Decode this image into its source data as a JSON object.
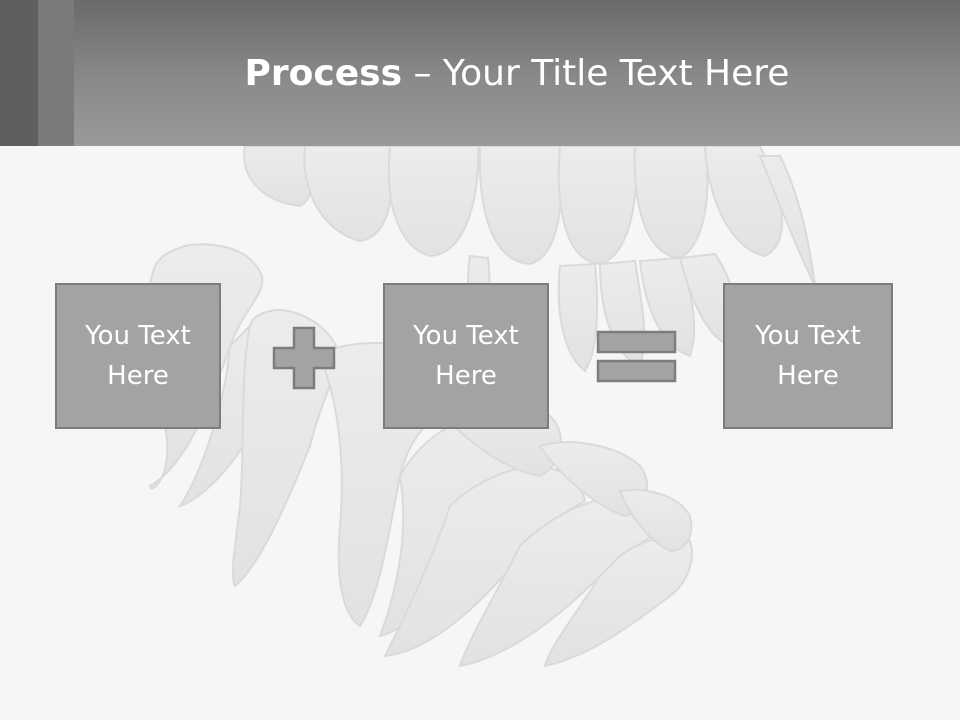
{
  "title": {
    "bold": "Process",
    "rest": " – Your Title Text Here"
  },
  "boxes": [
    {
      "text": "You Text Here"
    },
    {
      "text": "You Text Here"
    },
    {
      "text": "You Text Here"
    }
  ],
  "operators": [
    "plus-icon",
    "equals-icon"
  ],
  "background_image": "teeth-illustration",
  "colors": {
    "header": "#8a8a8a",
    "box_fill": "#a3a3a3",
    "box_border": "#7d7d7d",
    "text": "#ffffff",
    "page": "#f6f6f6"
  }
}
